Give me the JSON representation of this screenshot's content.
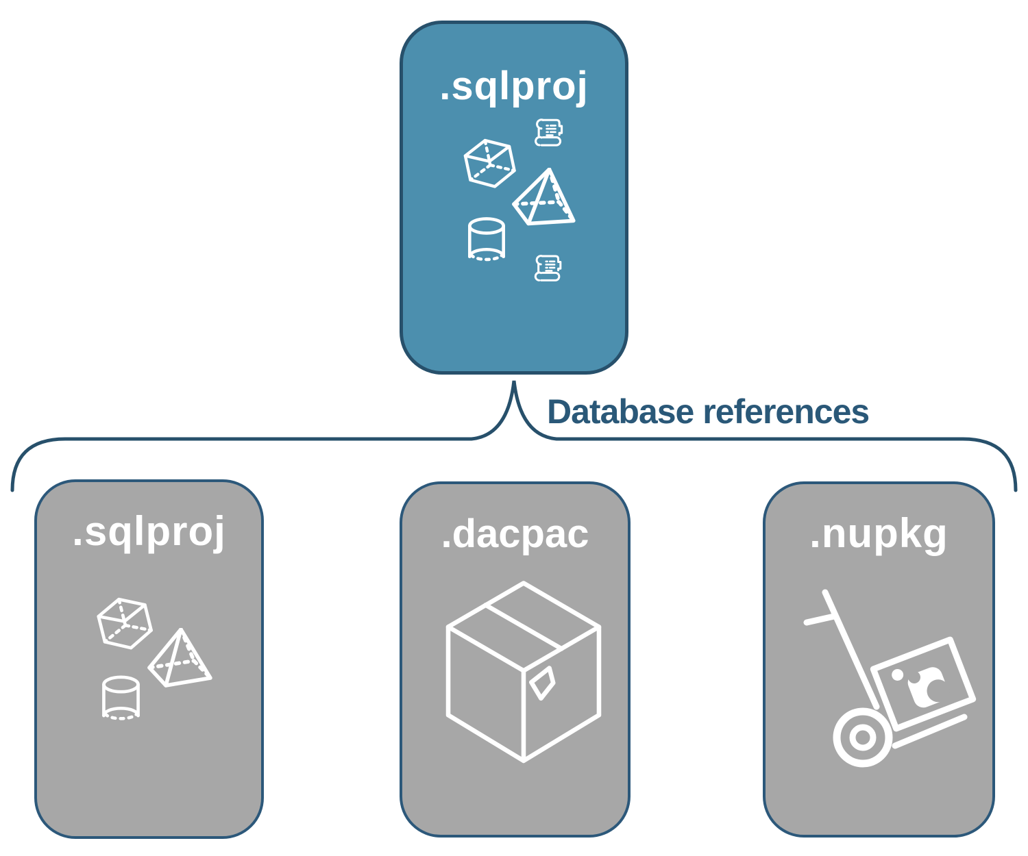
{
  "diagram": {
    "title": "",
    "connector": {
      "label": "Database references"
    },
    "root_node": {
      "label": ".sqlproj",
      "icons": [
        "cube-icon",
        "scroll-icon",
        "pyramid-icon",
        "cylinder-icon",
        "scroll-icon"
      ]
    },
    "child_nodes": [
      {
        "label": ".sqlproj",
        "icons": [
          "cube-icon",
          "pyramid-icon",
          "cylinder-icon"
        ]
      },
      {
        "label": ".dacpac",
        "icons": [
          "package-box-icon"
        ]
      },
      {
        "label": ".nupkg",
        "icons": [
          "hand-truck-icon"
        ]
      }
    ],
    "colors": {
      "root_fill": "#4C8FAE",
      "child_fill": "#A7A7A7",
      "node_border": "#27506B",
      "connector_line": "#27506B",
      "connector_text": "#2A5878",
      "icon_stroke": "#FFFFFF",
      "label_text": "#FFFFFF",
      "background": "#FFFFFF"
    }
  }
}
